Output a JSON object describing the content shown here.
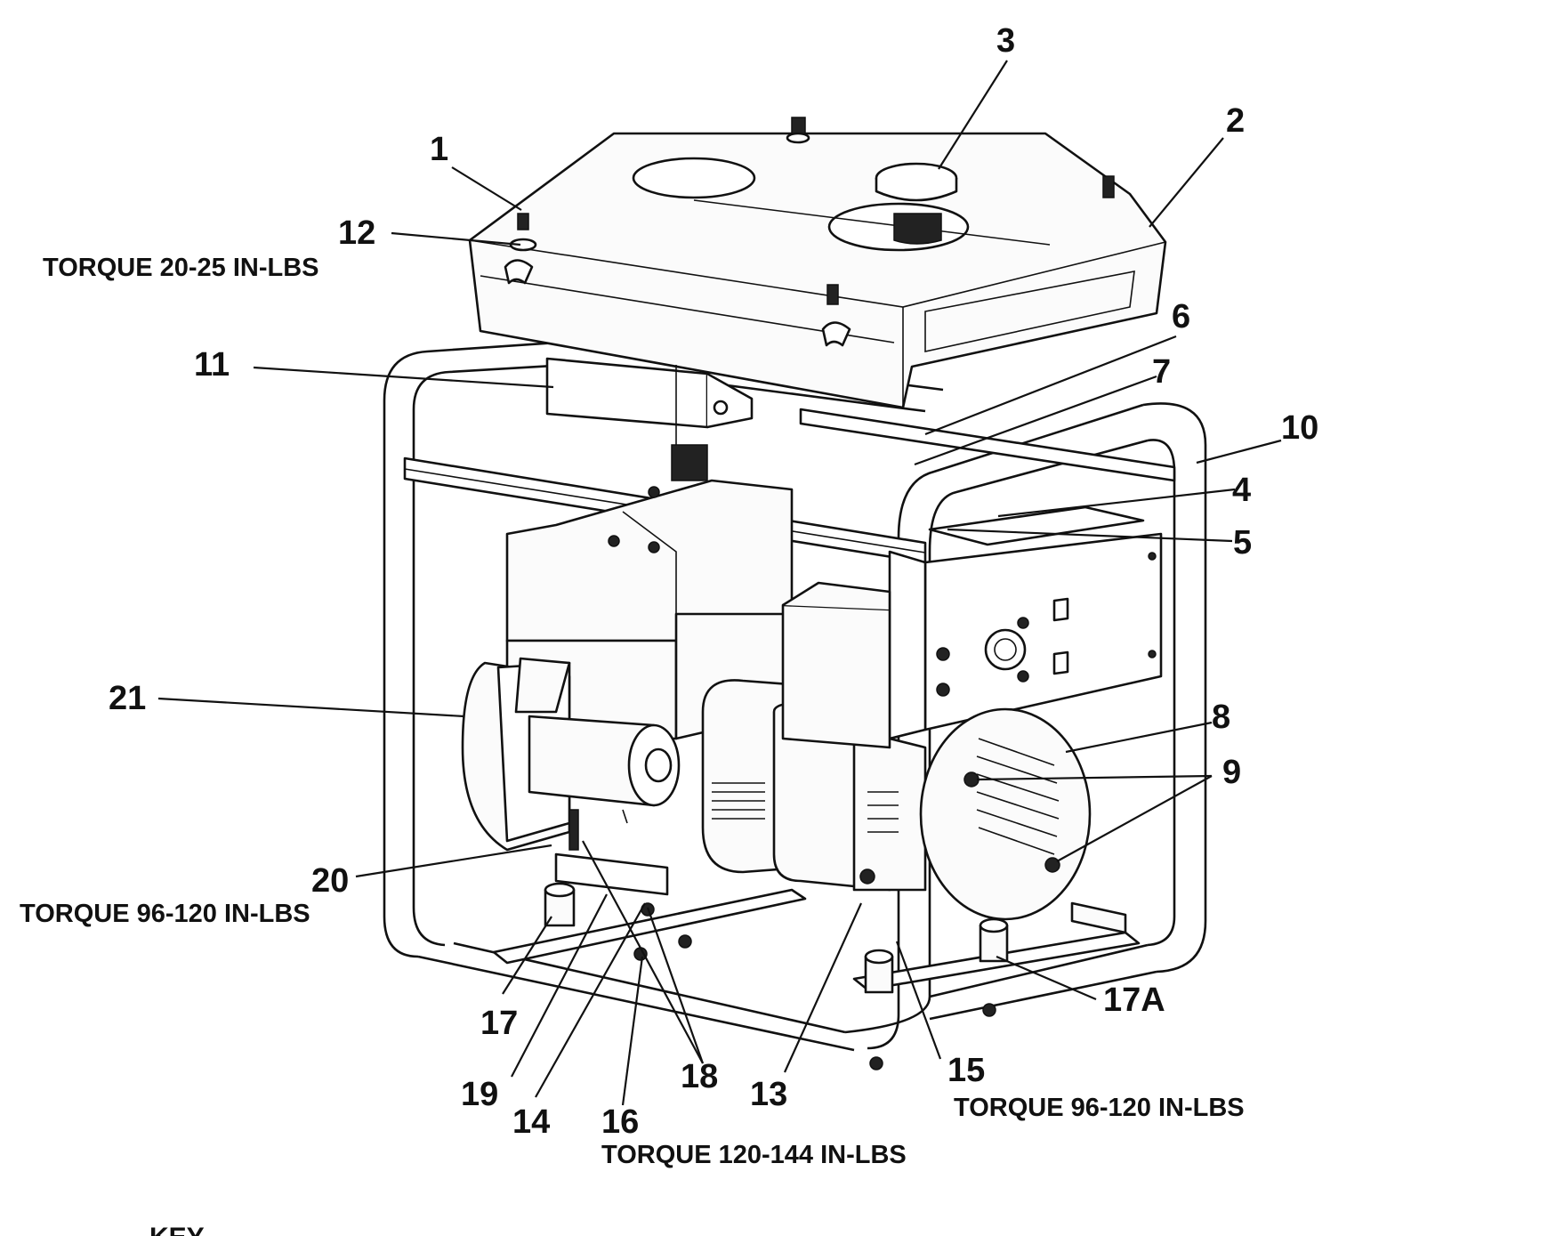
{
  "callouts": [
    {
      "id": "1",
      "label": "1"
    },
    {
      "id": "2",
      "label": "2"
    },
    {
      "id": "3",
      "label": "3"
    },
    {
      "id": "4",
      "label": "4"
    },
    {
      "id": "5",
      "label": "5"
    },
    {
      "id": "6",
      "label": "6"
    },
    {
      "id": "7",
      "label": "7"
    },
    {
      "id": "8",
      "label": "8"
    },
    {
      "id": "9",
      "label": "9"
    },
    {
      "id": "10",
      "label": "10"
    },
    {
      "id": "11",
      "label": "11"
    },
    {
      "id": "12",
      "label": "12"
    },
    {
      "id": "13",
      "label": "13"
    },
    {
      "id": "14",
      "label": "14"
    },
    {
      "id": "15",
      "label": "15"
    },
    {
      "id": "16",
      "label": "16"
    },
    {
      "id": "17",
      "label": "17"
    },
    {
      "id": "17A",
      "label": "17A"
    },
    {
      "id": "18",
      "label": "18"
    },
    {
      "id": "19",
      "label": "19"
    },
    {
      "id": "20",
      "label": "20"
    },
    {
      "id": "21",
      "label": "21"
    }
  ],
  "torque_notes": {
    "note_12": "TORQUE 20-25 IN-LBS",
    "note_20": "TORQUE 96-120 IN-LBS",
    "note_15": "TORQUE 96-120 IN-LBS",
    "note_16": "TORQUE 120-144 IN-LBS"
  },
  "key_label": "KEY"
}
